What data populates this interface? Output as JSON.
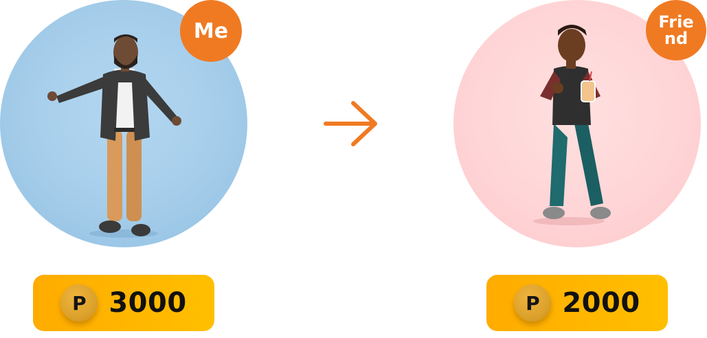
{
  "sender": {
    "badge_label": "Me",
    "coin_symbol": "P",
    "amount": "3000",
    "circle_color": "#a5cdea"
  },
  "receiver": {
    "badge_label": "Friend",
    "coin_symbol": "P",
    "amount": "2000",
    "circle_color": "#ffd4d6"
  },
  "arrow_icon": "arrow-right-icon",
  "accent_color": "#f07a22",
  "coin_pill_color": "#ffb400"
}
